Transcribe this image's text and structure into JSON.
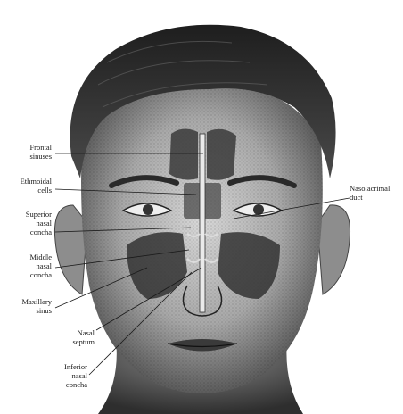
{
  "diagram": {
    "labels": {
      "frontal_sinuses": "Frontal\nsinuses",
      "ethmoidal_cells": "Ethmoidal\ncells",
      "superior_nasal_concha": "Superior\nnasal\nconcha",
      "middle_nasal_concha": "Middle\nnasal\nconcha",
      "maxillary_sinus": "Maxillary\nsinus",
      "nasal_septum": "Nasal\nseptum",
      "inferior_nasal_concha": "Inferior\nnasal\nconcha",
      "nasolacrimal_duct": "Nasolacrimal\nduct"
    },
    "colors": {
      "ink": "#1a1a1a",
      "skin_light": "#cfcfcf",
      "skin_mid": "#9a9a9a",
      "skin_dark": "#555555",
      "hair": "#2a2a2a",
      "sinus": "#3a3a3a"
    }
  }
}
